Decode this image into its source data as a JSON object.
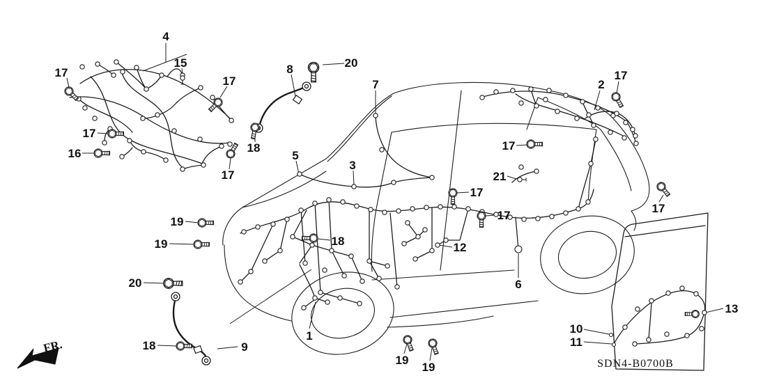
{
  "diagram": {
    "code": "SDN4-B0700B",
    "front_marker": "FR.",
    "callouts": [
      [
        "4",
        238,
        52
      ],
      [
        "15",
        259,
        90
      ],
      [
        "17",
        88,
        104
      ],
      [
        "17",
        329,
        116
      ],
      [
        "8",
        416,
        99
      ],
      [
        "20",
        504,
        90
      ],
      [
        "7",
        539,
        121
      ],
      [
        "2",
        863,
        121
      ],
      [
        "17",
        891,
        108
      ],
      [
        "17",
        128,
        191
      ],
      [
        "16",
        107,
        220
      ],
      [
        "18",
        364,
        212
      ],
      [
        "5",
        424,
        223
      ],
      [
        "17",
        327,
        251
      ],
      [
        "3",
        506,
        237
      ],
      [
        "17",
        730,
        209
      ],
      [
        "21",
        717,
        253
      ],
      [
        "17",
        684,
        276
      ],
      [
        "17",
        723,
        309
      ],
      [
        "17",
        945,
        299
      ],
      [
        "19",
        254,
        318
      ],
      [
        "19",
        231,
        350
      ],
      [
        "18",
        485,
        346
      ],
      [
        "12",
        660,
        355
      ],
      [
        "20",
        194,
        406
      ],
      [
        "6",
        744,
        408
      ],
      [
        "13",
        1050,
        443
      ],
      [
        "10",
        827,
        472
      ],
      [
        "11",
        827,
        491
      ],
      [
        "18",
        214,
        496
      ],
      [
        "9",
        351,
        498
      ],
      [
        "1",
        444,
        482
      ],
      [
        "19",
        577,
        517
      ],
      [
        "19",
        615,
        527
      ]
    ],
    "leader_lines": [
      [
        96,
        112,
        99,
        126
      ],
      [
        118,
        220,
        136,
        220
      ],
      [
        140,
        191,
        156,
        192
      ],
      [
        238,
        62,
        238,
        90
      ],
      [
        205,
        102,
        268,
        78
      ],
      [
        261,
        98,
        262,
        107
      ],
      [
        326,
        124,
        316,
        140
      ],
      [
        366,
        204,
        366,
        190
      ],
      [
        329,
        243,
        331,
        228
      ],
      [
        418,
        107,
        424,
        138
      ],
      [
        494,
        91,
        463,
        93
      ],
      [
        539,
        130,
        539,
        164
      ],
      [
        861,
        130,
        853,
        158
      ],
      [
        888,
        117,
        885,
        134
      ],
      [
        425,
        231,
        429,
        250
      ],
      [
        507,
        245,
        508,
        266
      ],
      [
        741,
        209,
        757,
        208
      ],
      [
        728,
        253,
        741,
        257
      ],
      [
        673,
        276,
        656,
        277
      ],
      [
        712,
        309,
        697,
        310
      ],
      [
        946,
        290,
        952,
        280
      ],
      [
        266,
        318,
        285,
        320
      ],
      [
        243,
        350,
        279,
        351
      ],
      [
        474,
        345,
        456,
        343
      ],
      [
        649,
        355,
        630,
        352
      ],
      [
        206,
        406,
        237,
        407
      ],
      [
        744,
        399,
        744,
        364
      ],
      [
        1038,
        443,
        1008,
        450
      ],
      [
        838,
        473,
        874,
        480
      ],
      [
        838,
        491,
        878,
        494
      ],
      [
        226,
        496,
        254,
        497
      ],
      [
        341,
        498,
        312,
        501
      ],
      [
        444,
        472,
        453,
        434
      ],
      [
        580,
        508,
        584,
        494
      ],
      [
        617,
        518,
        620,
        500
      ],
      [
        330,
        465,
        447,
        387
      ]
    ],
    "bolts": [
      [
        99,
        131,
        -45,
        1
      ],
      [
        141,
        220,
        -90,
        1
      ],
      [
        161,
        192,
        -90,
        1
      ],
      [
        313,
        147,
        45,
        1
      ],
      [
        366,
        183,
        10,
        1
      ],
      [
        331,
        221,
        -150,
        1
      ],
      [
        450,
        97,
        0,
        1.25
      ],
      [
        884,
        139,
        -30,
        1
      ],
      [
        762,
        207,
        -90,
        1
      ],
      [
        650,
        277,
        0,
        1
      ],
      [
        691,
        310,
        0,
        1
      ],
      [
        949,
        268,
        -40,
        1
      ],
      [
        290,
        320,
        -90,
        1
      ],
      [
        284,
        351,
        -90,
        1
      ],
      [
        450,
        342,
        90,
        1
      ],
      [
        242,
        407,
        -90,
        1.2
      ],
      [
        259,
        497,
        -90,
        1
      ],
      [
        585,
        488,
        -20,
        1
      ],
      [
        621,
        493,
        -20,
        1
      ],
      [
        998,
        451,
        90,
        0.9
      ]
    ],
    "connector_points": [
      [
        118,
        96
      ],
      [
        140,
        92
      ],
      [
        167,
        89
      ],
      [
        196,
        97
      ],
      [
        163,
        108
      ],
      [
        176,
        103
      ],
      [
        210,
        128
      ],
      [
        232,
        108
      ],
      [
        262,
        108
      ],
      [
        288,
        126
      ],
      [
        305,
        140
      ],
      [
        332,
        173
      ],
      [
        330,
        207
      ],
      [
        318,
        210
      ],
      [
        292,
        237
      ],
      [
        262,
        243
      ],
      [
        238,
        230
      ],
      [
        206,
        218
      ],
      [
        186,
        202
      ],
      [
        158,
        185
      ],
      [
        136,
        170
      ],
      [
        122,
        155
      ],
      [
        113,
        142
      ],
      [
        226,
        165
      ],
      [
        250,
        188
      ],
      [
        205,
        170
      ],
      [
        287,
        200
      ],
      [
        175,
        225
      ],
      [
        150,
        205
      ],
      [
        692,
        140
      ],
      [
        712,
        132
      ],
      [
        736,
        130
      ],
      [
        762,
        128
      ],
      [
        788,
        130
      ],
      [
        812,
        137
      ],
      [
        836,
        146
      ],
      [
        858,
        155
      ],
      [
        880,
        166
      ],
      [
        898,
        176
      ],
      [
        770,
        152
      ],
      [
        800,
        160
      ],
      [
        828,
        170
      ],
      [
        852,
        180
      ],
      [
        876,
        190
      ],
      [
        896,
        198
      ],
      [
        913,
        206
      ],
      [
        783,
        143
      ],
      [
        748,
        148
      ],
      [
        350,
        333
      ],
      [
        370,
        326
      ],
      [
        392,
        322
      ],
      [
        412,
        315
      ],
      [
        432,
        302
      ],
      [
        452,
        292
      ],
      [
        472,
        287
      ],
      [
        492,
        290
      ],
      [
        512,
        296
      ],
      [
        532,
        301
      ],
      [
        552,
        305
      ],
      [
        572,
        303
      ],
      [
        592,
        300
      ],
      [
        612,
        298
      ],
      [
        632,
        297
      ],
      [
        652,
        297
      ],
      [
        672,
        300
      ],
      [
        692,
        304
      ],
      [
        712,
        308
      ],
      [
        732,
        312
      ],
      [
        752,
        315
      ],
      [
        772,
        314
      ],
      [
        792,
        311
      ],
      [
        812,
        306
      ],
      [
        830,
        300
      ],
      [
        844,
        290
      ],
      [
        420,
        340
      ],
      [
        448,
        352
      ],
      [
        476,
        360
      ],
      [
        504,
        368
      ],
      [
        530,
        375
      ],
      [
        556,
        382
      ],
      [
        438,
        378
      ],
      [
        466,
        388
      ],
      [
        494,
        396
      ],
      [
        520,
        404
      ],
      [
        402,
        360
      ],
      [
        380,
        375
      ],
      [
        360,
        390
      ],
      [
        345,
        405
      ],
      [
        460,
        420
      ],
      [
        488,
        428
      ],
      [
        516,
        436
      ],
      [
        544,
        400
      ],
      [
        570,
        412
      ],
      [
        596,
        372
      ],
      [
        620,
        360
      ],
      [
        640,
        345
      ],
      [
        628,
        352
      ],
      [
        600,
        340
      ],
      [
        580,
        350
      ],
      [
        610,
        330
      ],
      [
        585,
        320
      ],
      [
        452,
        428
      ],
      [
        470,
        434
      ],
      [
        436,
        442
      ],
      [
        430,
        250
      ],
      [
        508,
        268
      ],
      [
        539,
        166
      ],
      [
        548,
        215
      ],
      [
        565,
        262
      ],
      [
        620,
        255
      ],
      [
        855,
        200
      ],
      [
        848,
        235
      ],
      [
        845,
        165
      ],
      [
        885,
        163
      ],
      [
        908,
        186
      ],
      [
        912,
        195
      ],
      [
        897,
        470
      ],
      [
        915,
        444
      ],
      [
        935,
        432
      ],
      [
        959,
        421
      ],
      [
        979,
        414
      ],
      [
        999,
        422
      ],
      [
        1011,
        449
      ],
      [
        1007,
        472
      ],
      [
        986,
        482
      ],
      [
        957,
        480
      ],
      [
        931,
        488
      ],
      [
        911,
        494
      ],
      [
        877,
        481,
        2.5
      ],
      [
        881,
        495,
        2.5
      ],
      [
        770,
        246
      ],
      [
        748,
        240
      ],
      [
        744,
        358,
        5
      ]
    ]
  }
}
